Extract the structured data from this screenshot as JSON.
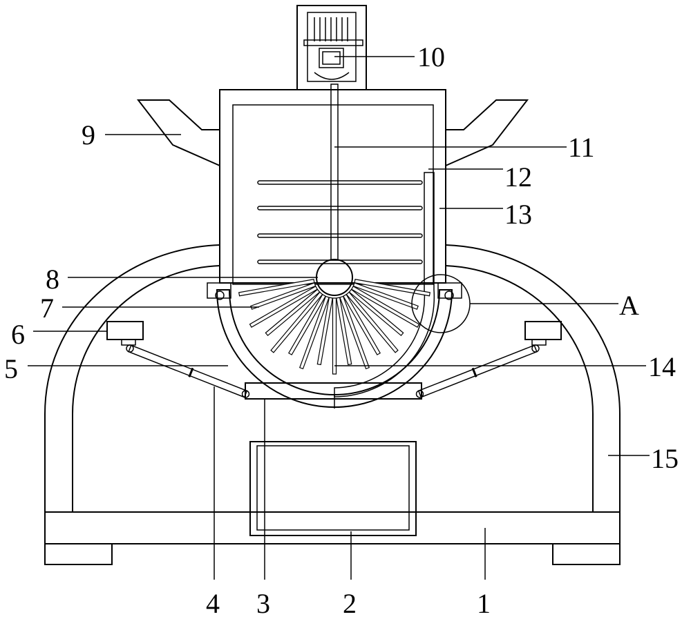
{
  "figure": {
    "labels": {
      "l1": "1",
      "l2": "2",
      "l3": "3",
      "l4": "4",
      "l5": "5",
      "l6": "6",
      "l7": "7",
      "l8": "8",
      "l9": "9",
      "l10": "10",
      "l11": "11",
      "l12": "12",
      "l13": "13",
      "l14": "14",
      "l15": "15",
      "lA": "A"
    }
  }
}
